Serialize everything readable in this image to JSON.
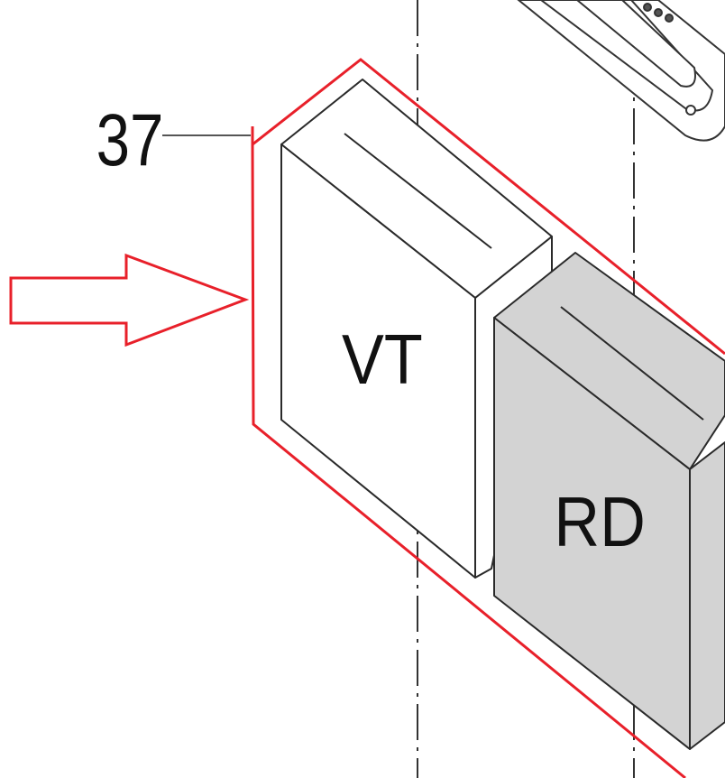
{
  "diagram": {
    "part_number": "37",
    "box_vt_label": "VT",
    "box_rd_label": "RD",
    "colors": {
      "highlight": "#e8202a",
      "line": "#2a2a2a",
      "rd_fill": "#d3d3d3",
      "vt_fill": "#ffffff"
    }
  }
}
